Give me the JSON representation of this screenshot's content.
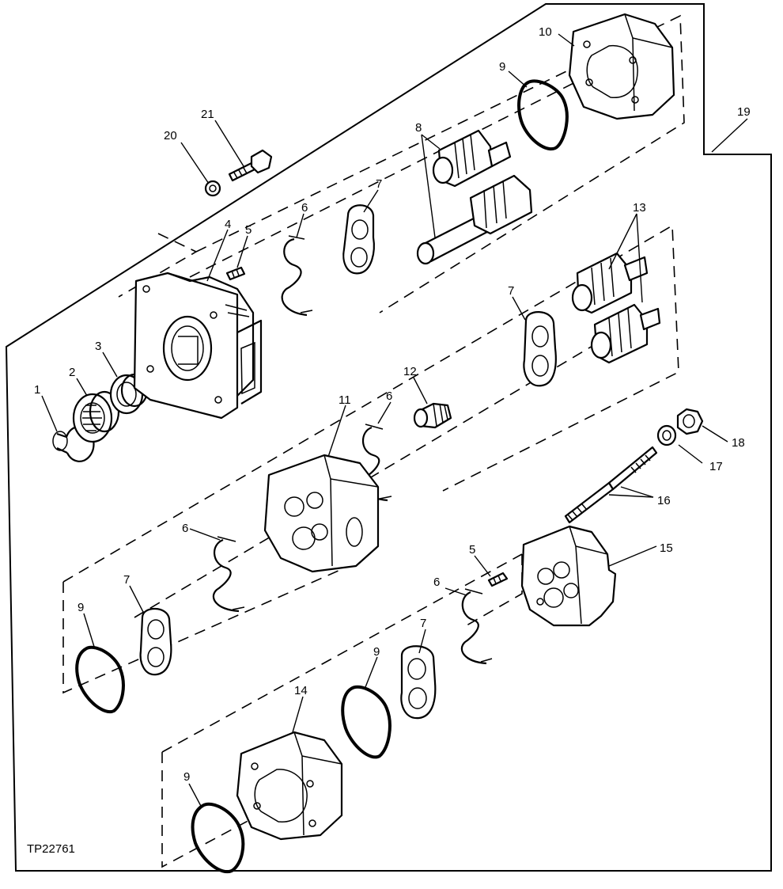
{
  "figure_id": "TP22761",
  "callouts": {
    "c1": "1",
    "c2": "2",
    "c3": "3",
    "c4": "4",
    "c5a": "5",
    "c5b": "5",
    "c6a": "6",
    "c6b": "6",
    "c6c": "6",
    "c6d": "6",
    "c7a": "7",
    "c7b": "7",
    "c7c": "7",
    "c7d": "7",
    "c8": "8",
    "c9a": "9",
    "c9b": "9",
    "c9c": "9",
    "c9d": "9",
    "c10": "10",
    "c11": "11",
    "c12": "12",
    "c13": "13",
    "c14": "14",
    "c15": "15",
    "c16": "16",
    "c17": "17",
    "c18": "18",
    "c19": "19",
    "c20": "20",
    "c21": "21"
  }
}
